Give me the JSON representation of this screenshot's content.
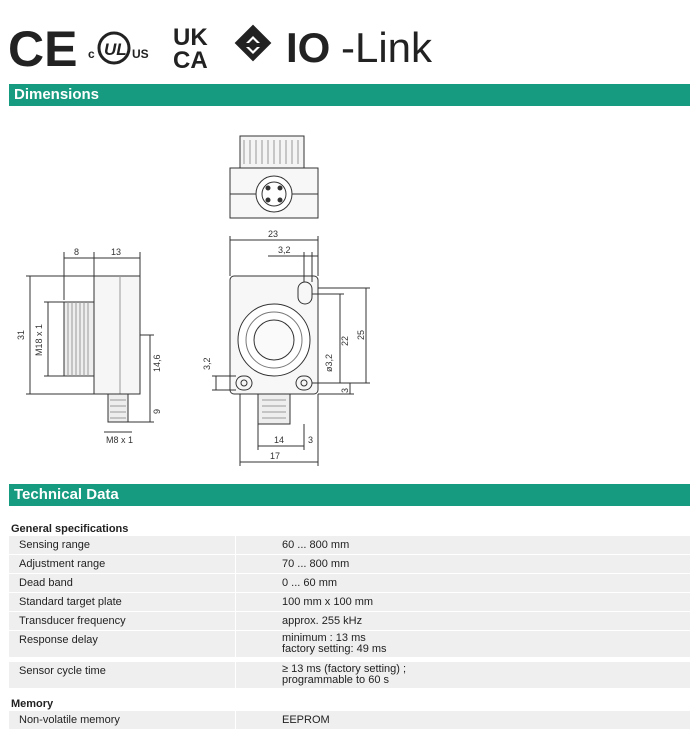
{
  "logos": {
    "ce": "CE",
    "ul_c": "c",
    "ul_mark": "UL",
    "ul_us": "US",
    "ukca_top": "UK",
    "ukca_bottom": "CA",
    "iolink_bold": "IO",
    "iolink_rest": "-Link"
  },
  "sections": {
    "dimensions": "Dimensions",
    "technical_data": "Technical Data"
  },
  "drawing_labels": {
    "d8": "8",
    "d13": "13",
    "d31": "31",
    "m18": "M18 x 1",
    "d14_6": "14,6",
    "d9": "9",
    "m8": "M8 x 1",
    "d23": "23",
    "d3_2_top": "3,2",
    "d22": "22",
    "d25": "25",
    "d3_2_left": "3,2",
    "phi3_2": "ø3,2",
    "d3_right": "3",
    "d14": "14",
    "d3_bottom": "3",
    "d17": "17"
  },
  "technical": {
    "general": {
      "title": "General specifications",
      "rows": [
        {
          "label": "Sensing range",
          "value": [
            "60 ... 800 mm"
          ]
        },
        {
          "label": "Adjustment range",
          "value": [
            "70 ... 800 mm"
          ]
        },
        {
          "label": "Dead band",
          "value": [
            "0 ... 60 mm"
          ]
        },
        {
          "label": "Standard target plate",
          "value": [
            "100 mm x 100 mm"
          ]
        },
        {
          "label": "Transducer frequency",
          "value": [
            "approx. 255 kHz"
          ]
        },
        {
          "label": "Response delay",
          "value": [
            "minimum : 13 ms",
            "factory setting: 49 ms"
          ]
        },
        {
          "label": "Sensor cycle time",
          "value": [
            "≥ 13 ms (factory setting) ;",
            "programmable to 60 s"
          ]
        }
      ]
    },
    "memory": {
      "title": "Memory",
      "rows": [
        {
          "label": "Non-volatile memory",
          "value": [
            "EEPROM"
          ]
        }
      ]
    }
  }
}
